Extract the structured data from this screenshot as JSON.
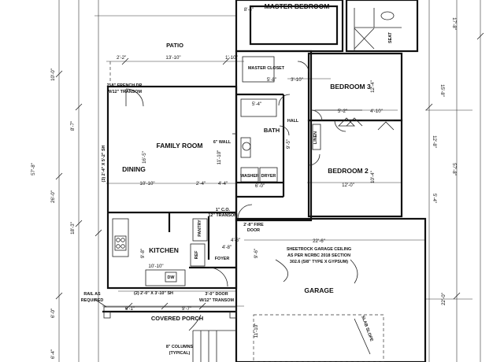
{
  "rooms": {
    "master_bedroom": "MASTER BEDROOM",
    "patio": "PATIO",
    "master_closet": "MASTER CLOSET",
    "bedroom3": "BEDROOM 3",
    "bath": "BATH",
    "hall": "HALL",
    "linen": "LINEN",
    "family_room": "FAMILY ROOM",
    "dining": "DINING",
    "washer": "WASHER",
    "dryer": "DRYER",
    "bedroom2": "BEDROOM 2",
    "pantry": "PANTRY",
    "kitchen": "KITCHEN",
    "ref": "REF",
    "foyer": "FOYER",
    "dw": "DW",
    "garage": "GARAGE",
    "covered_porch": "COVERED PORCH",
    "seat": "SEAT"
  },
  "notes": {
    "french_door_1": "2'-8\" FRENCH DR",
    "french_door_2": "W/12\" TRANSOM",
    "wall_6": "6\" WALL",
    "cased_opening_1": "1\" C.O.",
    "cased_opening_2": "12\" TRANSOM",
    "fire_door_1": "2'-8\" FIRE",
    "fire_door_2": "DOOR",
    "drywall_1": "SHEETROCK GARAGE CEILING",
    "drywall_2": "AS PER NCRBC 2018 SECTION",
    "drywall_3": "302.6 (5/8\" TYPE X GYPSUM)",
    "front_door_1": "3'-0\" DOOR",
    "front_door_2": "W/12\" TRANSOM",
    "rail_1": "RAIL AS",
    "rail_2": "REQUIRED",
    "columns_1": "8\" COLUMNS",
    "columns_2": "(TYPICAL)",
    "slab_slope": "SLAB SLOPE",
    "window_note": "(2) 2'-0\" X 3'-10\" SH",
    "side_windows": "(3) 2'-4\" X 5'-2\" SH"
  },
  "dimensions": {
    "d_2_2": "2'-2\"",
    "d_13_10": "13'-10\"",
    "d_1_10": "1'-10\"",
    "d_10_0": "10'-0\"",
    "d_8_7": "8'-7\"",
    "d_26_0": "26'-0\"",
    "d_57_8": "57'-8\"",
    "d_18_3": "18'-3\"",
    "d_6_0": "6'-0\"",
    "d_6_4": "6'-4\"",
    "d_16_5": "16'-5\"",
    "d_10_10a": "10'-10\"",
    "d_2_4": "2'-4\"",
    "d_4_4": "4'-4\"",
    "d_11_10": "11'-10\"",
    "d_9_8": "9'-8\"",
    "d_10_10b": "10'-10\"",
    "d_6_1": "6'-1\"",
    "d_9_7": "9'-7\"",
    "d_4_6": "4'-6\"",
    "d_4_8": "4'-8\"",
    "d_5_8": "5'-8\"",
    "d_5_4": "5'-4\"",
    "d_6_0b": "6'-0\"",
    "d_3_10": "3'-10\"",
    "d_9_5": "9'-5\"",
    "d_5_2": "5'-2\"",
    "d_4_10": "4'-10\"",
    "d_12_4": "12'-4\"",
    "d_12_0": "12'-0\"",
    "d_10_4": "10'-4\"",
    "d_22_6": "22'-6\"",
    "d_22_0": "22'-0\"",
    "d_9_6": "9'-6\"",
    "d_11_10b": "11'-10\"",
    "d_17_8": "17'-8\"",
    "d_15_8": "15'-8\"",
    "d_12_8": "12'-8\"",
    "d_5_4b": "5'-4\"",
    "d_57_8b": "57'-8\"",
    "d_8_4": "8'-4\""
  }
}
